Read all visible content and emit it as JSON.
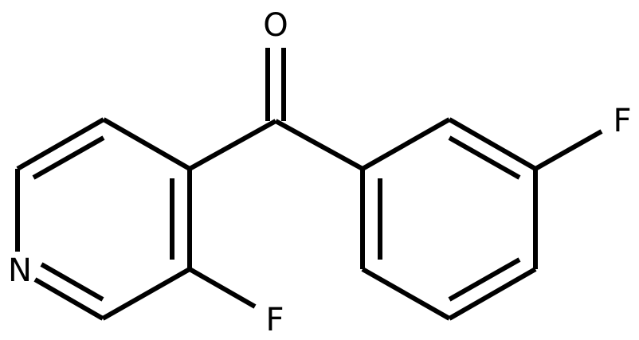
{
  "molecule": {
    "atoms": {
      "oxygen": {
        "label": "O"
      },
      "nitrogen": {
        "label": "N"
      },
      "fluorine_pyridine": {
        "label": "F"
      },
      "fluorine_phenyl": {
        "label": "F"
      }
    }
  },
  "colors": {
    "bond": "#000000",
    "label": "#000000",
    "background": "#ffffff"
  }
}
